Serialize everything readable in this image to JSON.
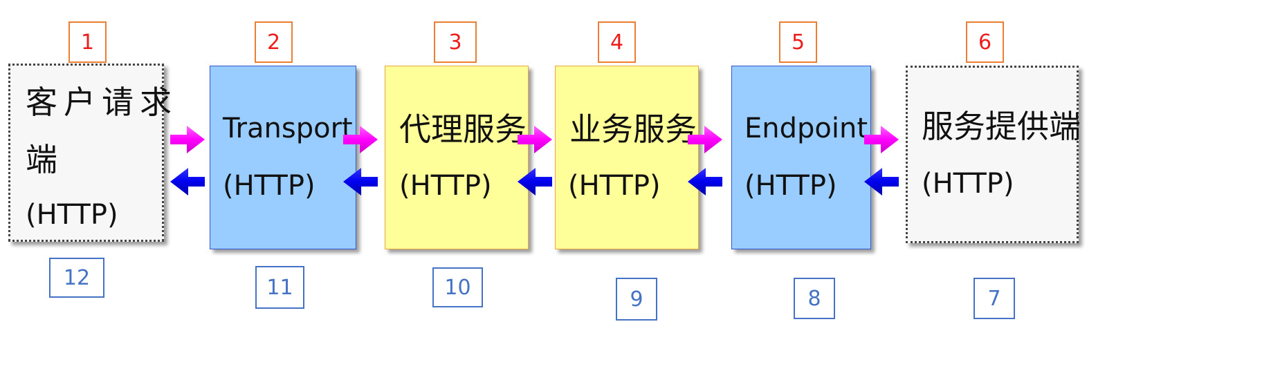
{
  "diagram": {
    "nodes": [
      {
        "id": 1,
        "lines": [
          "客户请求",
          "端",
          "(HTTP)"
        ],
        "style": "gray",
        "top_num": "1",
        "bottom_num": "12"
      },
      {
        "id": 2,
        "lines": [
          "Transport",
          "(HTTP)"
        ],
        "style": "blue",
        "top_num": "2",
        "bottom_num": "11"
      },
      {
        "id": 3,
        "lines": [
          "代理服务",
          "(HTTP)"
        ],
        "style": "yellow",
        "top_num": "3",
        "bottom_num": "10"
      },
      {
        "id": 4,
        "lines": [
          "业务服务",
          "(HTTP)"
        ],
        "style": "yellow",
        "top_num": "4",
        "bottom_num": "9"
      },
      {
        "id": 5,
        "lines": [
          "Endpoint",
          "(HTTP)"
        ],
        "style": "blue",
        "top_num": "5",
        "bottom_num": "8"
      },
      {
        "id": 6,
        "lines": [
          "服务提供端",
          "(HTTP)"
        ],
        "style": "gray",
        "top_num": "6",
        "bottom_num": "7"
      }
    ],
    "arrows": {
      "forward_color": "#ff00ff",
      "backward_color": "#0000ee",
      "count": 5
    },
    "colors": {
      "gray_fill": "#f7f7f7",
      "blue_fill": "#99ccff",
      "yellow_fill": "#ffff99",
      "top_number_border": "#ed7d31",
      "top_number_text": "#ee1c1c",
      "bottom_number_border": "#4472c4",
      "bottom_number_text": "#4472c4"
    }
  }
}
